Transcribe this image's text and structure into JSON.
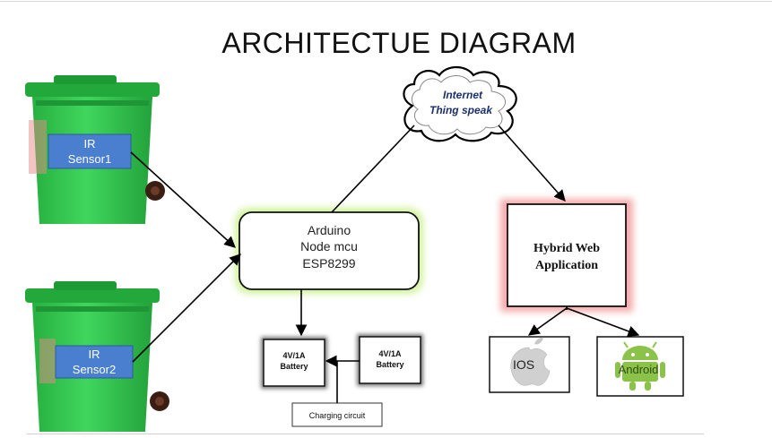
{
  "title": "ARCHITECTUE DIAGRAM",
  "sensor1": {
    "line1": "IR",
    "line2": "Sensor1"
  },
  "sensor2": {
    "line1": "IR",
    "line2": "Sensor2"
  },
  "controller": {
    "line1": "Arduino",
    "line2": "Node mcu",
    "line3": "ESP8299"
  },
  "cloud": {
    "line1": "Internet",
    "line2": "Thing speak"
  },
  "webapp": {
    "line1": "Hybrid Web",
    "line2": "Application"
  },
  "battery_left": {
    "line1": "4V/1A",
    "line2": "Battery"
  },
  "battery_right": {
    "line1": "4V/1A",
    "line2": "Battery"
  },
  "charging": {
    "label": "Charging circuit"
  },
  "ios": {
    "label": "IOS"
  },
  "android": {
    "label": "Android"
  },
  "colors": {
    "bin_green": "#2fc24a",
    "bin_dark": "#1f8f32",
    "sensor_blue": "#4a7fd0",
    "controller_glow": "#c9f08a",
    "webapp_glow": "#f4a0a0",
    "cloud_text": "#1a2f6e",
    "android_green": "#8bc34a"
  }
}
